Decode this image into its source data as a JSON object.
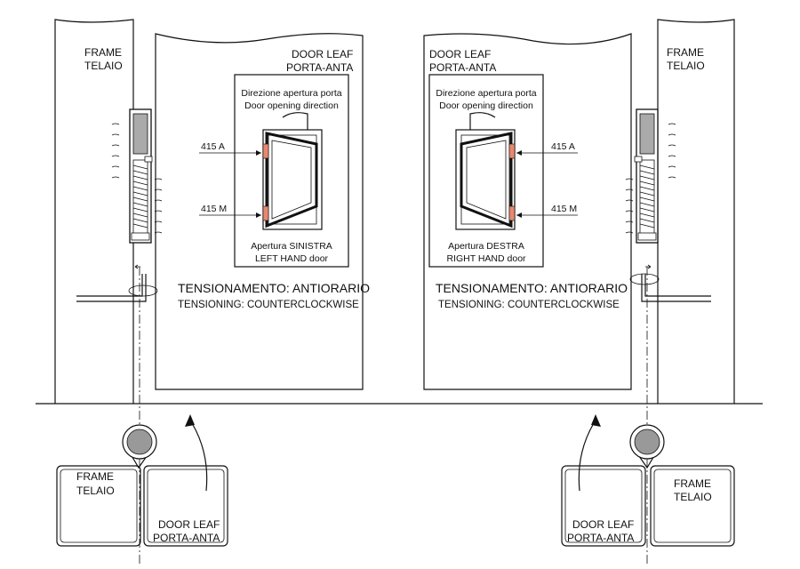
{
  "left": {
    "frame_label_1": "FRAME",
    "frame_label_2": "TELAIO",
    "door_label_1": "DOOR LEAF",
    "door_label_2": "PORTA-ANTA",
    "box_title_1": "Direzione apertura porta",
    "box_title_2": "Door opening direction",
    "hinge_a": "415 A",
    "hinge_m": "415 M",
    "box_caption_1": "Apertura SINISTRA",
    "box_caption_2": "LEFT HAND door",
    "tension_it": "TENSIONAMENTO: ANTIORARIO",
    "tension_en": "TENSIONING: COUNTERCLOCKWISE",
    "plan_frame_1": "FRAME",
    "plan_frame_2": "TELAIO",
    "plan_door_1": "DOOR LEAF",
    "plan_door_2": "PORTA-ANTA"
  },
  "right": {
    "frame_label_1": "FRAME",
    "frame_label_2": "TELAIO",
    "door_label_1": "DOOR LEAF",
    "door_label_2": "PORTA-ANTA",
    "box_title_1": "Direzione apertura porta",
    "box_title_2": "Door opening direction",
    "hinge_a": "415 A",
    "hinge_m": "415 M",
    "box_caption_1": "Apertura DESTRA",
    "box_caption_2": "RIGHT HAND door",
    "tension_it": "TENSIONAMENTO: ANTIORARIO",
    "tension_en": "TENSIONING: COUNTERCLOCKWISE",
    "plan_frame_1": "FRAME",
    "plan_frame_2": "TELAIO",
    "plan_door_1": "DOOR LEAF",
    "plan_door_2": "PORTA-ANTA"
  },
  "colors": {
    "line": "#111111",
    "hinge_accent": "#e88870",
    "hinge_grey": "#aaaaaa",
    "knuckle_grey": "#999999"
  }
}
